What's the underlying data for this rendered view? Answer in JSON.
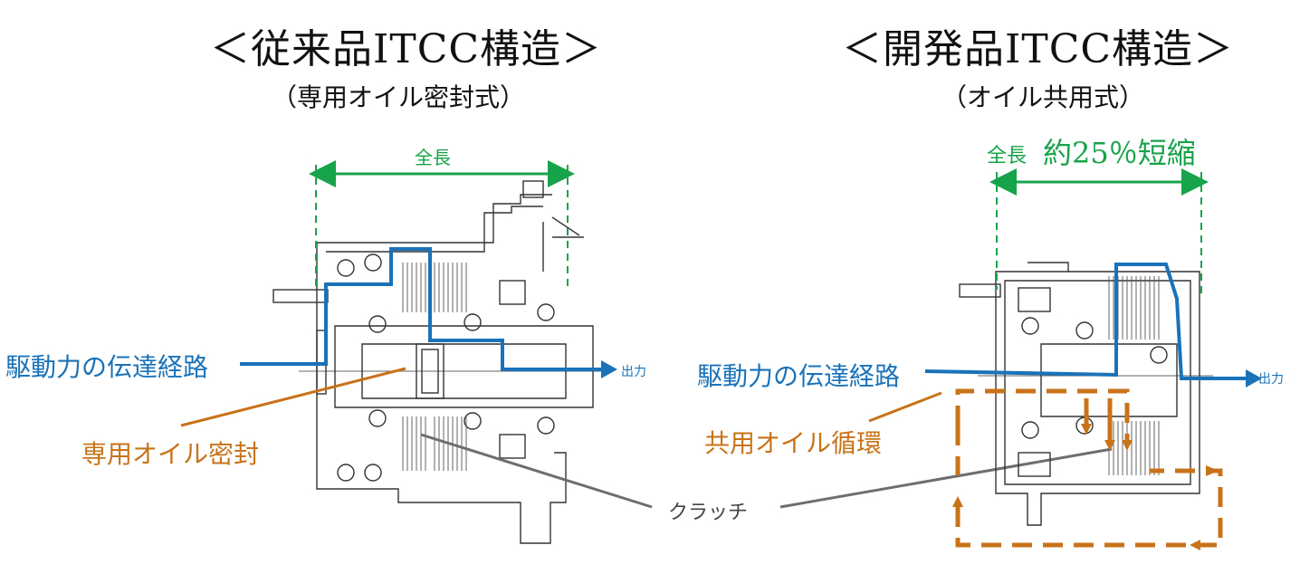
{
  "left": {
    "title": "＜従来品ITCC構造＞",
    "subtitle": "（専用オイル密封式）",
    "length_label": "全長",
    "drive_path_label": "駆動力の伝達経路",
    "output_label": "出力",
    "oil_label": "専用オイル密封"
  },
  "right": {
    "title": "＜開発品ITCC構造＞",
    "subtitle": "（オイル共用式）",
    "length_label": "全長",
    "reduction_label": "約25％短縮",
    "drive_path_label": "駆動力の伝達経路",
    "output_label": "出力",
    "oil_label": "共用オイル循環"
  },
  "clutch_label": "クラッチ",
  "colors": {
    "green": "#17a34a",
    "blue": "#1a73b8",
    "orange": "#c8731a",
    "gray": "#6e6e6e"
  }
}
